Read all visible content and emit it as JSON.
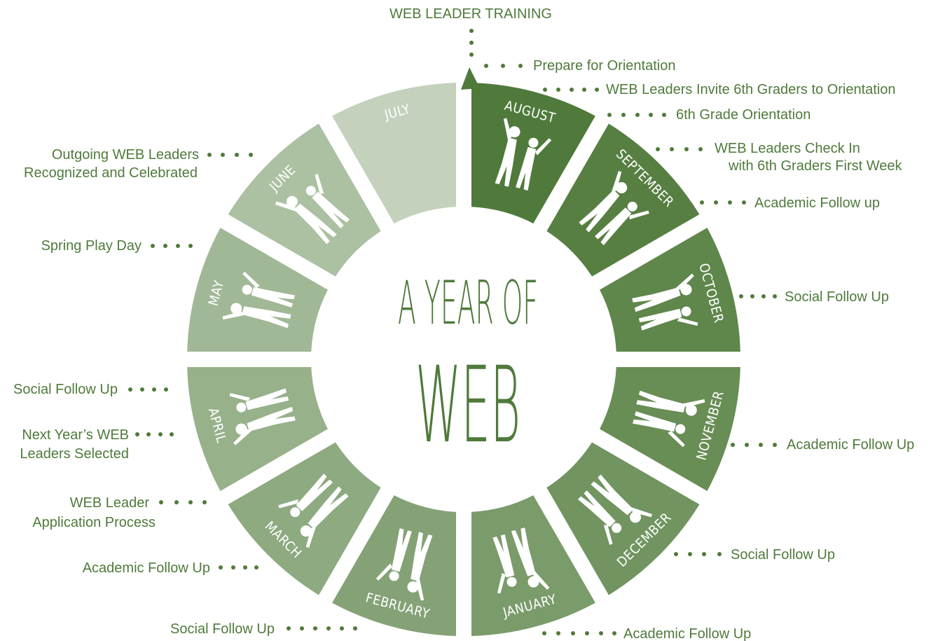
{
  "title_line1": "A YEAR OF",
  "title_line2": "WEB",
  "top_label": "WEB LEADER TRAINING",
  "months": [
    {
      "name": "AUGUST",
      "color": "#4f7a3b"
    },
    {
      "name": "SEPTEMBER",
      "color": "#577f42"
    },
    {
      "name": "OCTOBER",
      "color": "#5f864b"
    },
    {
      "name": "NOVEMBER",
      "color": "#688d55"
    },
    {
      "name": "DECEMBER",
      "color": "#719460"
    },
    {
      "name": "JANUARY",
      "color": "#7a9b6a"
    },
    {
      "name": "FEBRUARY",
      "color": "#84a276"
    },
    {
      "name": "MARCH",
      "color": "#8daa80"
    },
    {
      "name": "APRIL",
      "color": "#97b18b"
    },
    {
      "name": "MAY",
      "color": "#a1b896"
    },
    {
      "name": "JUNE",
      "color": "#acc0a2"
    },
    {
      "name": "JULY",
      "color": "#c4d1bd"
    }
  ],
  "labels": {
    "prepare_orientation": "Prepare for Orientation",
    "invite_6th": "WEB Leaders Invite 6th Graders to Orientation",
    "grade6_orientation": "6th Grade Orientation",
    "check_in_1": "WEB Leaders Check In",
    "check_in_2": "with 6th Graders First Week",
    "sep_academic": "Academic Follow up",
    "oct_social": "Social Follow Up",
    "nov_academic": "Academic Follow Up",
    "dec_social": "Social Follow Up",
    "jan_academic": "Academic Follow Up",
    "feb_social": "Social Follow Up",
    "mar_academic": "Academic Follow Up",
    "application_1": "WEB Leader",
    "application_2": "Application Process",
    "selected_1": "Next Year’s  WEB",
    "selected_2": "Leaders Selected",
    "apr_social": "Social Follow Up",
    "spring_play": "Spring Play Day",
    "outgoing_1": "Outgoing WEB Leaders",
    "outgoing_2": "Recognized and Celebrated"
  }
}
